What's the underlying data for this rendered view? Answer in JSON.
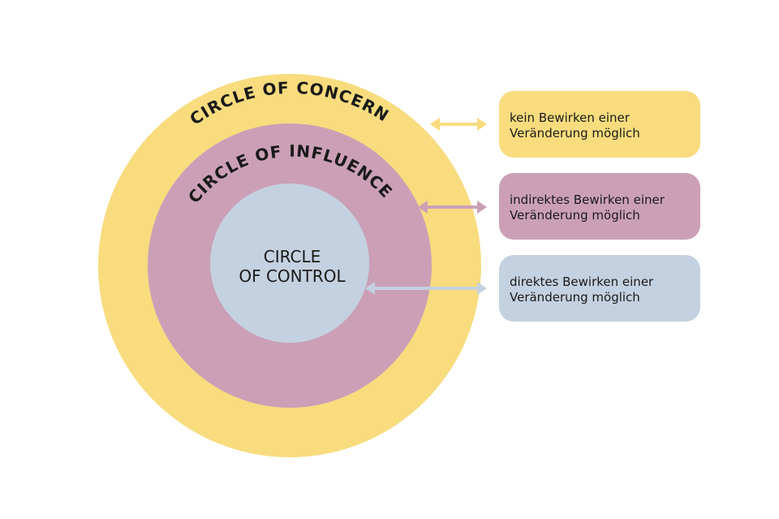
{
  "colors": {
    "concern": "#F8DC7E",
    "influence": "#CBA0B7",
    "control": "#C4D1E0",
    "text": "#1a1a1a"
  },
  "circles": {
    "concern": {
      "label": "CIRCLE OF CONCERN"
    },
    "influence": {
      "label": "CIRCLE OF INFLUENCE"
    },
    "control": {
      "line1": "CIRCLE",
      "line2": "OF CONTROL"
    }
  },
  "boxes": [
    {
      "line1": "kein Bewirken einer",
      "line2": "Veränderung möglich"
    },
    {
      "line1": "indirektes Bewirken einer",
      "line2": "Veränderung möglich"
    },
    {
      "line1": "direktes Bewirken einer",
      "line2": "Veränderung möglich"
    }
  ],
  "arrows": [
    {
      "icon": "double-arrow-icon",
      "color": "#F8DC7E"
    },
    {
      "icon": "double-arrow-icon",
      "color": "#CBA0B7"
    },
    {
      "icon": "double-arrow-icon",
      "color": "#C4D1E0"
    }
  ]
}
